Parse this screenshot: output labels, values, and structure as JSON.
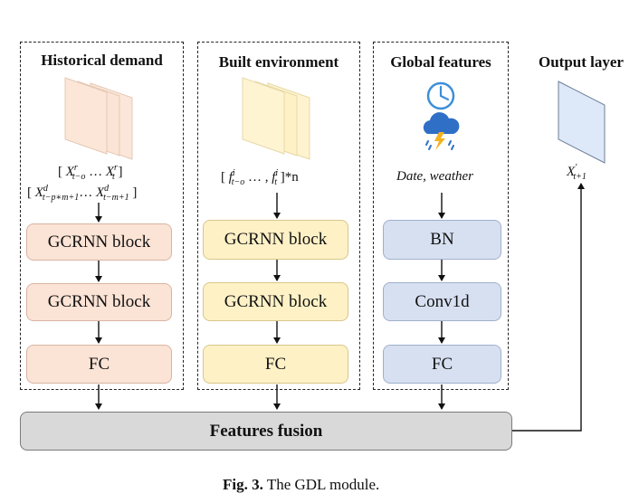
{
  "columns": {
    "historical": {
      "title": "Historical demand",
      "blocks": [
        "GCRNN block",
        "GCRNN block",
        "FC"
      ],
      "input_line1": {
        "open": "[ ",
        "x1": "X",
        "x1_sup": "r",
        "x1_sub": "t−o",
        "dots": " … ",
        "x2": "X",
        "x2_sup": "r",
        "x2_sub": "t",
        "close": " ]"
      },
      "input_line2": {
        "open": "[ ",
        "x1": "X",
        "x1_sup": "d",
        "x1_sub": "t−p∗m+1",
        "dots": "… ",
        "x2": "X",
        "x2_sup": "d",
        "x2_sub": "t−m+1",
        "close": " ]"
      }
    },
    "built": {
      "title": "Built environment",
      "blocks": [
        "GCRNN block",
        "GCRNN block",
        "FC"
      ],
      "input": {
        "open": "[ ",
        "f1": "f",
        "f1_sup": "i",
        "f1_sub": "t−o",
        "dots": " … , ",
        "f2": "f",
        "f2_sup": "i",
        "f2_sub": "t",
        "close": " ]*n"
      }
    },
    "global": {
      "title": "Global features",
      "blocks": [
        "BN",
        "Conv1d",
        "FC"
      ],
      "input": "Date, weather",
      "icons": [
        "clock-icon",
        "weather-storm-icon"
      ]
    },
    "output": {
      "title": "Output layer",
      "var": "X",
      "var_sup": "′",
      "var_sub": "t+1"
    }
  },
  "fusion_label": "Features fusion",
  "caption": {
    "label": "Fig. 3.",
    "text": "The GDL module."
  },
  "colors": {
    "orange": "#fbe3d5",
    "yellow": "#fff1c6",
    "blue": "#d7e0f1",
    "gray": "#d9d9d9",
    "clock": "#3d8fd9",
    "cloud": "#2f6fc6",
    "bolt": "#f3b220"
  }
}
